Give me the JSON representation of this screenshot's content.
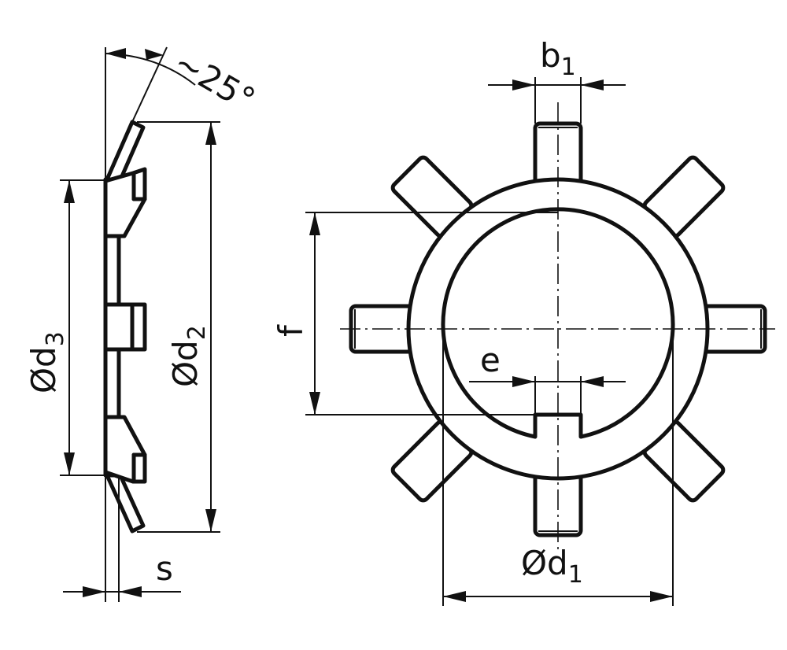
{
  "labels": {
    "angle": "~25°",
    "d3_symbol": "Ød",
    "d3_sub": "3",
    "d2_symbol": "Ød",
    "d2_sub": "2",
    "s": "s",
    "f": "f",
    "e": "e",
    "b1_main": "b",
    "b1_sub": "1",
    "d1_symbol": "Ød",
    "d1_sub": "1"
  },
  "colors": {
    "line": "#111111",
    "background": "#ffffff"
  }
}
